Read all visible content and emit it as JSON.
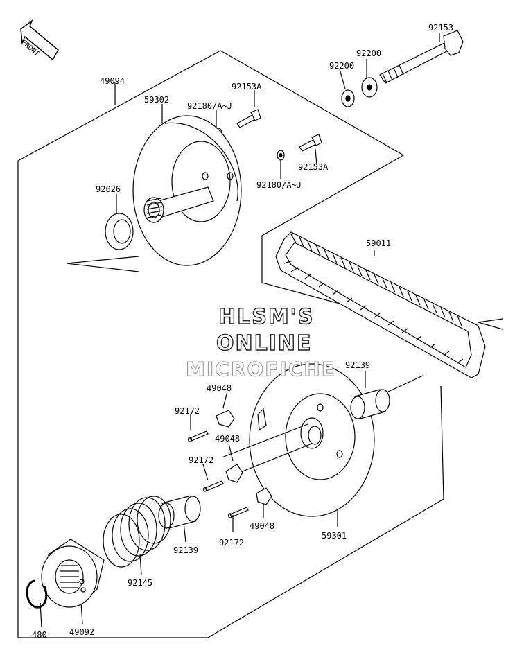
{
  "front_badge": "FRONT",
  "watermark": [
    "HLSM'S",
    "ONLINE",
    "MICROFICHE"
  ],
  "parts": {
    "p92153": "92153",
    "p92200a": "92200",
    "p92200b": "92200",
    "p49094": "49094",
    "p92153A_top": "92153A",
    "p59302": "59302",
    "p92180_top": "92180/A~J",
    "p92153A_right": "92153A",
    "p92180_right": "92180/A~J",
    "p92026": "92026",
    "p59011": "59011",
    "p92139_right": "92139",
    "p49048_top": "49048",
    "p92172_top": "92172",
    "p49048_mid": "49048",
    "p92172_mid": "92172",
    "p49048_low": "49048",
    "p92172_low": "92172",
    "p59301": "59301",
    "p92139_left": "92139",
    "p92145": "92145",
    "p480": "480",
    "p49092": "49092"
  },
  "colors": {
    "ink": "#000000",
    "watermark_fill": "#ffffff",
    "watermark_stroke": "#222222",
    "watermark_light": "#9a9a9a"
  }
}
